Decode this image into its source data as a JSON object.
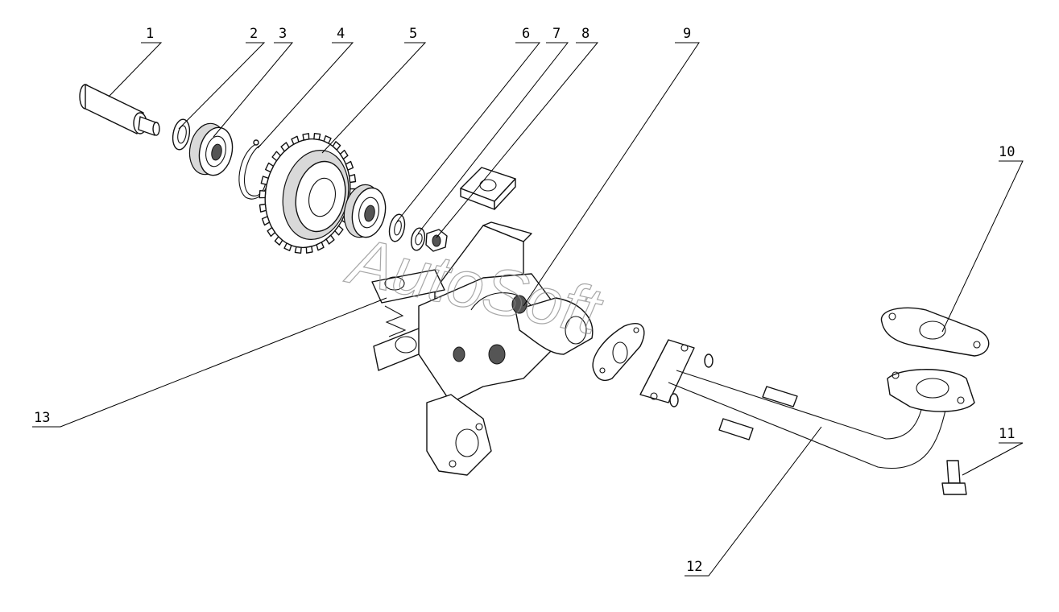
{
  "watermark": "AutoSoft",
  "callouts": [
    "1",
    "2",
    "3",
    "4",
    "5",
    "6",
    "7",
    "8",
    "9",
    "10",
    "11",
    "12",
    "13"
  ]
}
